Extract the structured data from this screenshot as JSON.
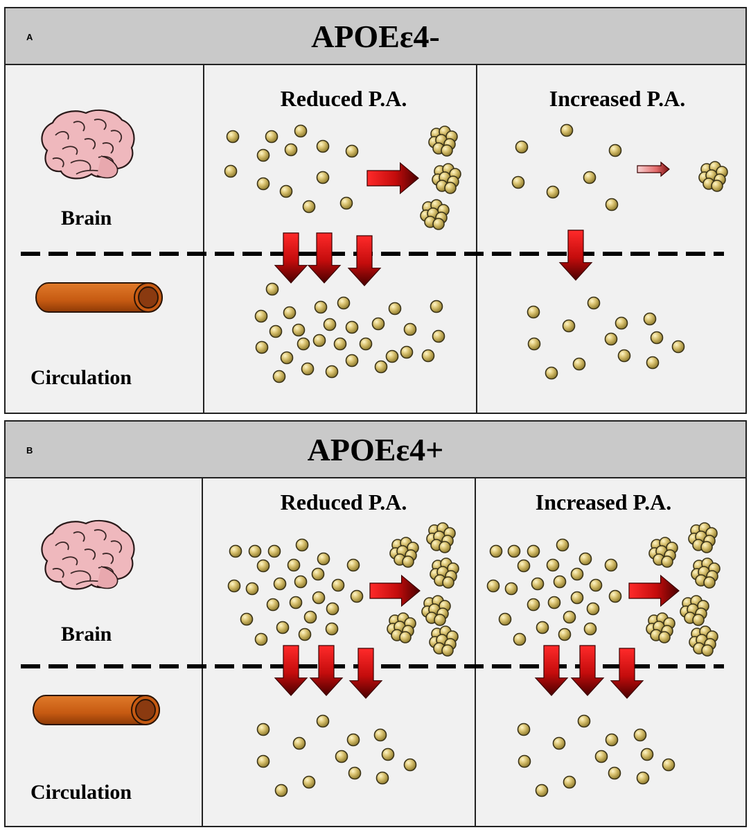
{
  "panels": [
    {
      "letter": "A",
      "title": "APOEε4-",
      "left_column": {
        "top_label": "Brain",
        "bottom_label": "Circulation"
      },
      "columns": [
        {
          "title": "Reduced P.A."
        },
        {
          "title": "Increased P.A."
        }
      ]
    },
    {
      "letter": "B",
      "title": "APOEε4+",
      "left_column": {
        "top_label": "Brain",
        "bottom_label": "Circulation"
      },
      "columns": [
        {
          "title": "Reduced P.A."
        },
        {
          "title": "Increased P.A."
        }
      ]
    }
  ],
  "colors": {
    "particle": "#d2bd6a",
    "particle_stroke": "#3a3318",
    "arrow_red": "#d40f0f",
    "arrow_dark": "#5a0000",
    "vessel": "#c65a12",
    "brain": "#efb8bd",
    "barrier": "#000000"
  },
  "icons": [
    "brain-icon",
    "blood-vessel-icon",
    "arrow-icon",
    "particle-icon"
  ]
}
